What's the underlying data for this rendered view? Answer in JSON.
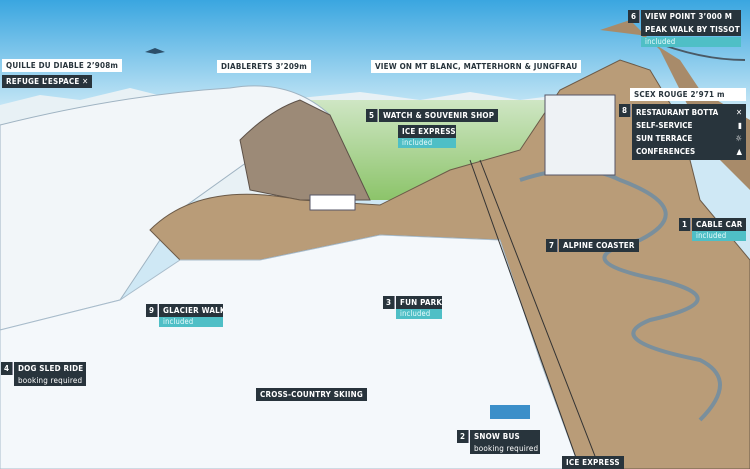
{
  "labels": {
    "view_point": {
      "number": "6",
      "title": "VIEW POINT 3’000 M",
      "subtitle": "PEAK WALK BY TISSOT",
      "note": "included"
    },
    "quille": "QUILLE DU DIABLE 2’908m",
    "refuge": {
      "title": "REFUGE L’ESPACE",
      "icon": "✕"
    },
    "diablerets": "DIABLERETS 3’209m",
    "view_on": "VIEW ON MT BLANC, MATTERHORN & JUNGFRAU",
    "scex_rouge": "SCEX ROUGE 2’971 m",
    "restaurant": {
      "number": "8",
      "items": [
        {
          "label": "RESTAURANT BOTTA",
          "icon": "✕"
        },
        {
          "label": "SELF-SERVICE",
          "icon": "▮"
        },
        {
          "label": "SUN TERRACE",
          "icon": "☼"
        },
        {
          "label": "CONFERENCES",
          "icon": "▲"
        }
      ]
    },
    "watch_shop": {
      "number": "5",
      "title": "WATCH & SOUVENIR SHOP"
    },
    "ice_express_top": {
      "title": "ICE EXPRESS",
      "note": "included"
    },
    "cable_car": {
      "number": "1",
      "title": "CABLE CAR",
      "note": "included"
    },
    "alpine_coaster": {
      "number": "7",
      "title": "ALPINE COASTER"
    },
    "fun_park": {
      "number": "3",
      "title": "FUN PARK",
      "note": "included"
    },
    "glacier_walk": {
      "number": "9",
      "title": "GLACIER WALK",
      "note": "included"
    },
    "dog_sled": {
      "number": "4",
      "title": "DOG SLED RIDE",
      "note": "booking required"
    },
    "cross_country": "CROSS-COUNTRY SKIING",
    "snow_bus": {
      "number": "2",
      "title": "SNOW BUS",
      "note": "booking required"
    },
    "ice_express_bottom": "ICE EXPRESS"
  },
  "colors": {
    "label_dark": "#28343c",
    "included": "#4fbfc6",
    "rock": "#b99c78",
    "snow": "#f4f8fb"
  }
}
